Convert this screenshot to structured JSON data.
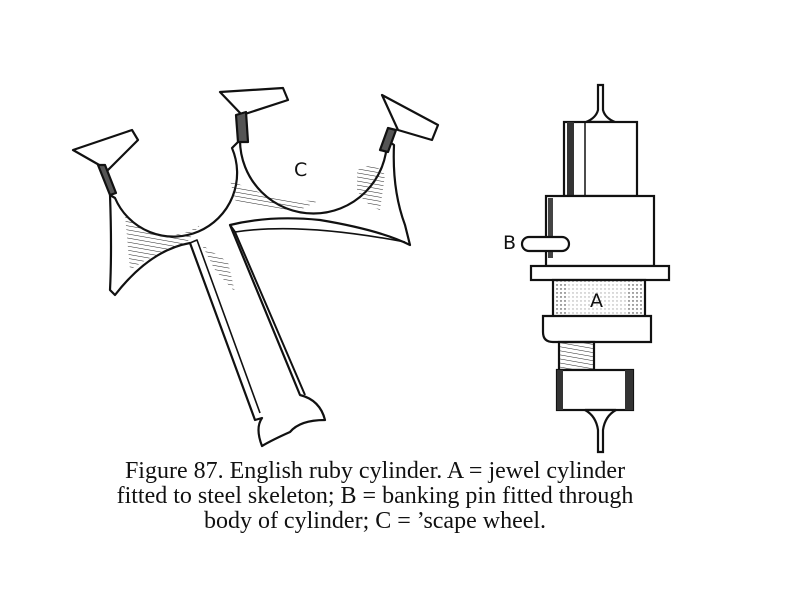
{
  "figure": {
    "labels": {
      "a": "A",
      "b": "B",
      "c": "C"
    },
    "drawings": [
      {
        "name": "scape-wheel",
        "description": "Escape wheel with three teeth and arm"
      },
      {
        "name": "ruby-cylinder",
        "description": "Jewel cylinder on steel skeleton with banking pin"
      }
    ]
  },
  "caption": {
    "line1": "Figure 87.   English ruby cylinder.   A = jewel cylinder",
    "line2": "fitted to steel skeleton;  B = banking pin fitted through",
    "line3": "body of cylinder;  C = ’scape wheel."
  }
}
